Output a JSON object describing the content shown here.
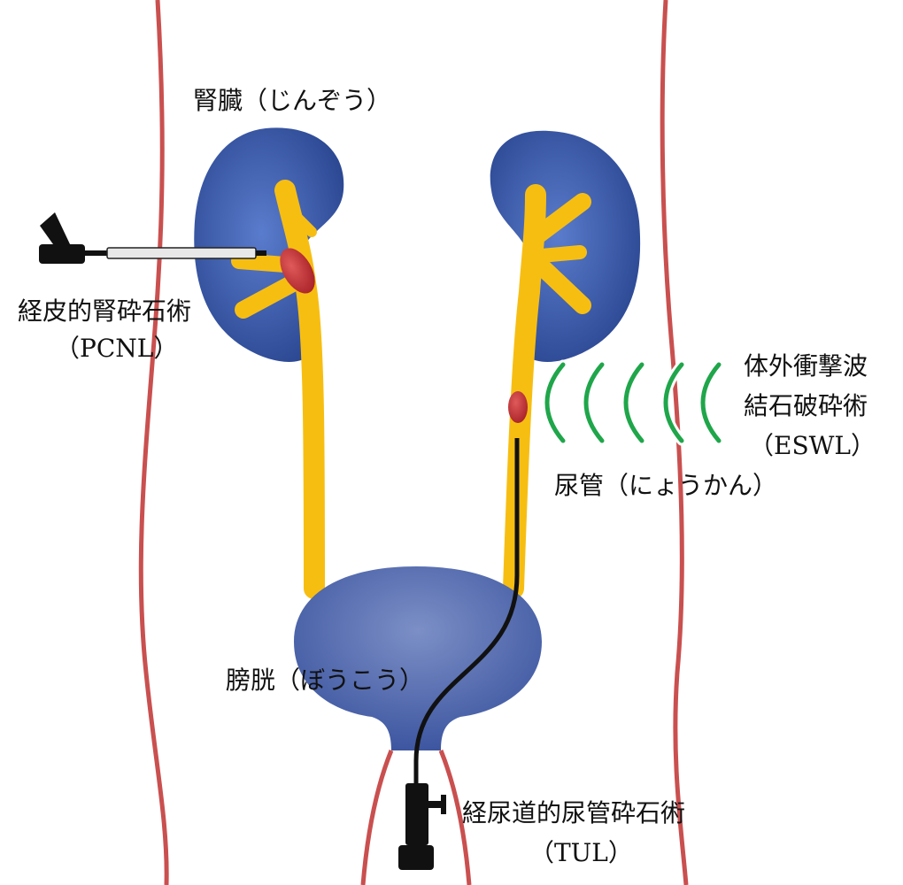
{
  "labels": {
    "kidney": "腎臓（じんぞう）",
    "pcnl_name": "経皮的腎砕石術",
    "pcnl_abbr": "（PCNL）",
    "eswl_line1": "体外衝撃波",
    "eswl_line2": "結石破砕術",
    "eswl_abbr": "（ESWL）",
    "ureter": "尿管（にょうかん）",
    "bladder": "膀胱（ぼうこう）",
    "tul_name": "経尿道的尿管砕石術",
    "tul_abbr": "（TUL）"
  },
  "colors": {
    "body_outline": "#c9504f",
    "kidney": "#3f5fae",
    "bladder": "#5a70b0",
    "urinary_tract": "#f7be12",
    "stone": "#c8353a",
    "shock_wave": "#1fa64a",
    "instrument": "#111111"
  }
}
